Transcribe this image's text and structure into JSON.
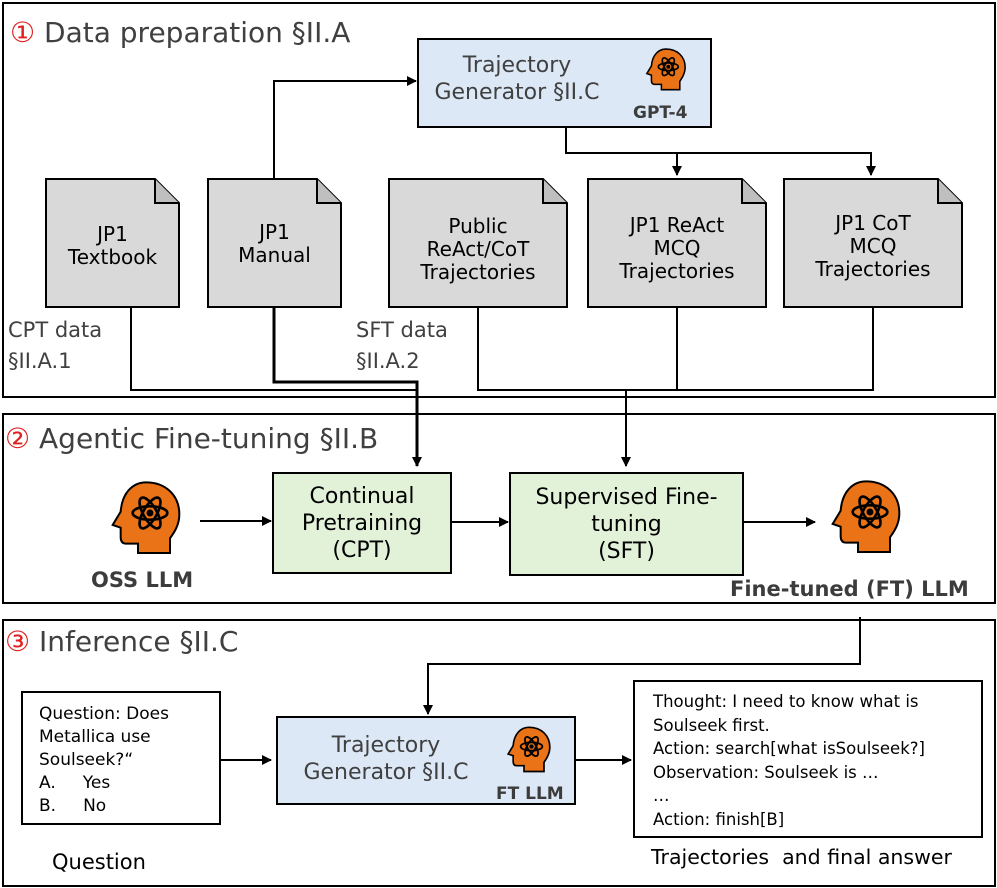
{
  "sections": {
    "data_prep": {
      "num": "①",
      "title": "Data preparation §II.A"
    },
    "finetune": {
      "num": "②",
      "title": "Agentic Fine-tuning §II.B"
    },
    "inference": {
      "num": "③",
      "title": "Inference §II.C"
    }
  },
  "trajectory_generator_top": {
    "label": "Trajectory\nGenerator  §II.C",
    "model": "GPT-4"
  },
  "documents": {
    "textbook": "JP1\nTextbook",
    "manual": "JP1\nManual",
    "public": "Public\nReAct/CoT\nTrajectories",
    "react_mcq": "JP1 ReAct\nMCQ\nTrajectories",
    "cot_mcq": "JP1 CoT\nMCQ\nTrajectories"
  },
  "data_labels": {
    "cpt": "CPT data\n§II.A.1",
    "sft": "SFT data\n§II.A.2"
  },
  "finetune": {
    "oss_llm": "OSS LLM",
    "cpt_box": "Continual\nPretraining\n(CPT)",
    "sft_box": "Supervised Fine-\ntuning\n(SFT)",
    "ft_llm": "Fine-tuned (FT) LLM"
  },
  "inference": {
    "question_lines": [
      "Question: Does",
      "Metallica use",
      "Soulseek?“",
      "A.     Yes",
      "B.     No"
    ],
    "question_caption": "Question",
    "generator_label": "Trajectory\nGenerator  §II.C",
    "generator_model": "FT LLM",
    "trajectory_lines": [
      "Thought: I need to know what is",
      "Soulseek first.",
      "Action: search[what isSoulseek?]",
      "Observation: Soulseek is …",
      "…",
      "Action: finish[B]"
    ],
    "trajectory_caption": "Trajectories  and final answer"
  },
  "colors": {
    "section_number": "#e02020",
    "head_icon": "#e97316",
    "blue_box": "#dde8f6",
    "green_box": "#e2f2d8",
    "doc_fill": "#d9d9d9"
  }
}
